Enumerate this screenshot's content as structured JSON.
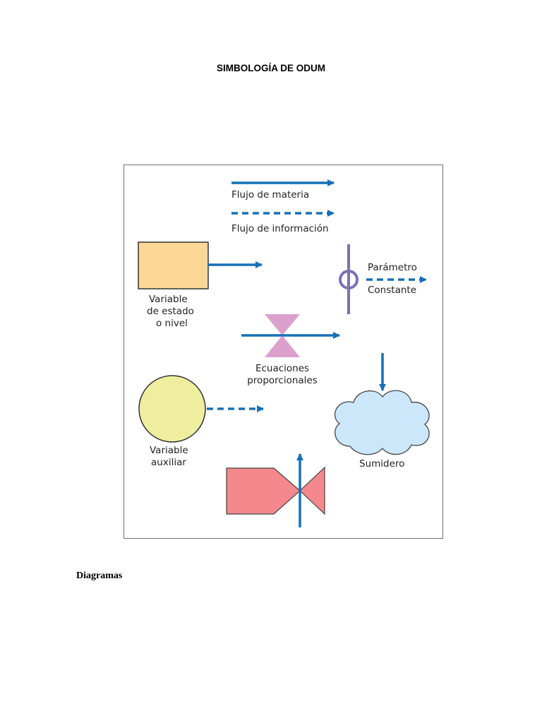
{
  "document": {
    "title": "SIMBOLOGÍA DE ODUM",
    "section_heading": "Diagramas"
  },
  "figure": {
    "labels": {
      "material_flow": "Flujo de materia",
      "information_flow": "Flujo de información",
      "state_variable_line1": "Variable",
      "state_variable_line2": "de estado",
      "state_variable_line3": "o nivel",
      "parameter": "Parámetro",
      "constant": "Constante",
      "rate_equations_line1": "Ecuaciones",
      "rate_equations_line2": "proporcionales",
      "auxiliary_variable_line1": "Variable",
      "auxiliary_variable_line2": "auxiliar",
      "sink": "Sumidero"
    },
    "colors": {
      "arrow": "#1670b5",
      "state_box": "#fdd795",
      "rate_valve": "#dca0cc",
      "auxiliary_circle": "#eeee9e",
      "sink_cloud": "#cce7f9",
      "parameter": "#7a72b5",
      "source": "#f4888c",
      "border": "#707070"
    }
  }
}
